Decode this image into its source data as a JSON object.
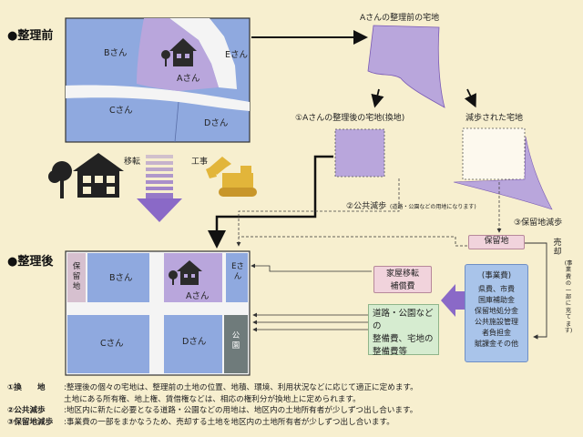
{
  "before": {
    "title": "●整理前",
    "lots": {
      "b": "Bさん",
      "e": "Eさん",
      "a": "Aさん",
      "c": "Cさん",
      "d": "Dさん"
    }
  },
  "after": {
    "title": "●整理後",
    "lots": {
      "reserve": "保留地",
      "b": "Bさん",
      "e": "Eさん",
      "a": "Aさん",
      "c": "Cさん",
      "d": "Dさん",
      "park": "公園"
    }
  },
  "flow": {
    "relocation": "移転",
    "construction": "工事"
  },
  "right": {
    "original_land": "Aさんの整理前の宅地",
    "replotted_land": "①Aさんの整理後の宅地(換地)",
    "reduced_land": "減歩された宅地",
    "public_reduction": "②公共減歩",
    "public_reduction_note": "(道路・公園などの用地になります)",
    "reserve_reduction": "③保留地減歩",
    "reserve_land": "保留地",
    "sale": "売却",
    "sale_note": "(事業費の一部に充てます)",
    "relocation_comp": [
      "家屋移転",
      "補償費"
    ],
    "infra_costs": [
      "道路・公園などの",
      "整備費、宅地の",
      "整備費等"
    ],
    "project_costs_title": "(事業費)",
    "project_costs": [
      "県費、市費",
      "国庫補助金",
      "保留地処分金",
      "公共施設管理",
      "者負担金",
      "賦課金その他"
    ]
  },
  "notes": [
    {
      "key": "①換　　地",
      "text": ":整理後の個々の宅地は、整理前の土地の位置、地積、環境、利用状況などに応じて適正に定めます。"
    },
    {
      "key": "",
      "text": "土地にある所有権、地上権、賃借権などは、相応の権利分が換地上に定められます。"
    },
    {
      "key": "②公共減歩",
      "text": ":地区内に新たに必要となる道路・公園などの用地は、地区内の土地所有者が少しずつ出し合います。"
    },
    {
      "key": "③保留地減歩",
      "text": ":事業費の一部をまかなうため、売却する土地を地区内の土地所有者が少しずつ出し合います。"
    }
  ],
  "colors": {
    "lot_blue": "#8fa9df",
    "lot_purple": "#b9a6dc",
    "road": "#f4f4f4",
    "reserve": "#d6c0cf",
    "park": "#6f7b7b",
    "accent_purple": "#8a69c7",
    "box_pink": "#f1d3dc",
    "box_green": "#d6ecd0",
    "box_blue": "#a9c4ea",
    "machine": "#e2b53a"
  }
}
